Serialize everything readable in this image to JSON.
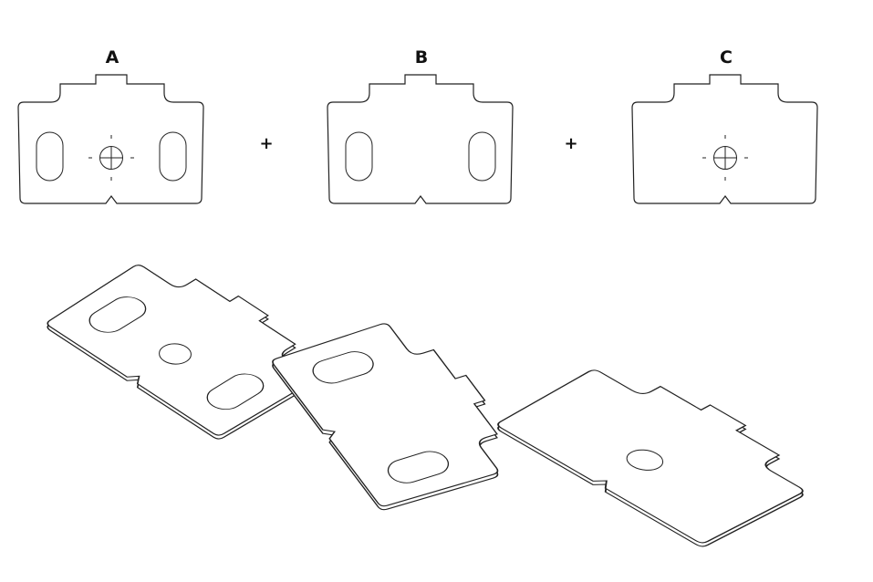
{
  "flat_views": [
    {
      "label": "A",
      "features": [
        "two-slots",
        "center-hole"
      ]
    },
    {
      "label": "B",
      "features": [
        "two-slots"
      ]
    },
    {
      "label": "C",
      "features": [
        "center-hole"
      ]
    }
  ],
  "operators": [
    "+",
    "+"
  ],
  "colors": {
    "line": "#222222",
    "background": "#ffffff"
  }
}
